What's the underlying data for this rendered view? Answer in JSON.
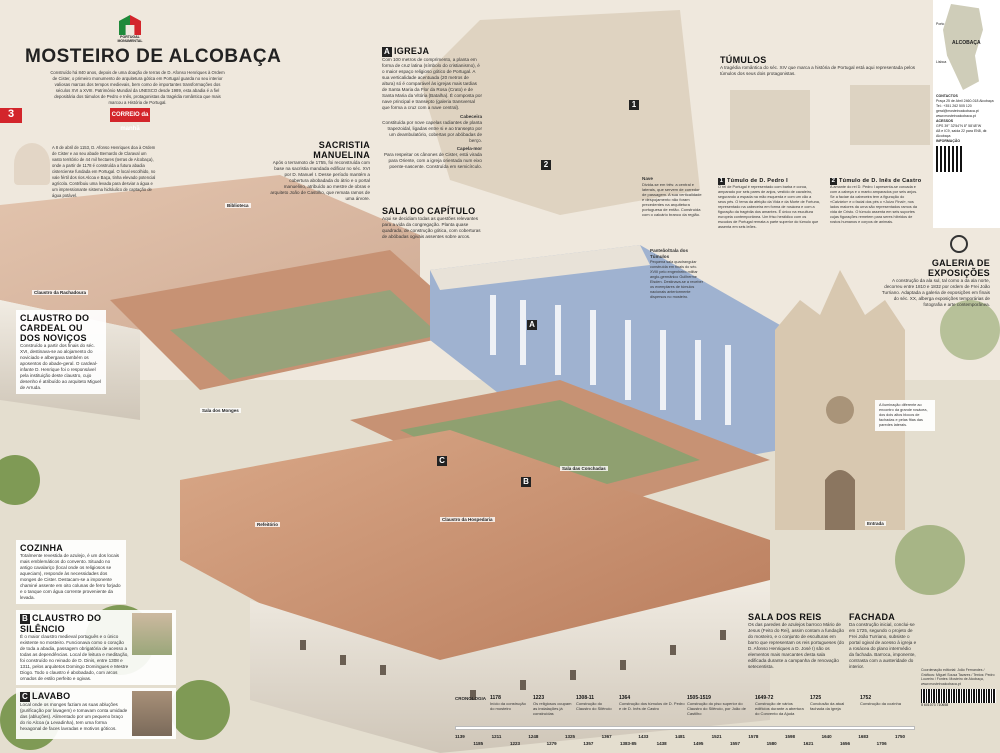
{
  "header": {
    "logo_text": "PORTUGAL MONUMENTAL",
    "title": "MOSTEIRO DE ALCOBAÇA",
    "intro": "Construído há 840 anos, depois de uma doação de terras de D. Afonso Henriques à Ordem de Cister, o primeiro monumento de arquitetura gótica em Portugal guarda no seu interior valiosas marcas dos tempos medievais, bem como de importantes transformações dos séculos XVI a XVIII. Património Mundial da UNESCO desde 1989, esta abadia é a fiel depositária dos túmulos de Pedro e Inês, protagonistas da tragédia romântica que mais marcou a História de Portugal.",
    "issue_number": "3",
    "publisher": "CORREIO da manhã"
  },
  "history": {
    "text": "A 8 de abril de 1153, D. Afonso Henriques doa à Ordem de Cister e ao seu abade Bernardo de Claraval um vasto território de 44 mil hectares (terras de Alcobaça), onde a partir de 1178 é construída a futura abadia cisterciense fundada em Portugal. O local escolhido, no vale fértil dos rios Alcoa e Baça, tinha elevado potencial agrícola. Contribuiu uma levada para desviar a água e um impressionante sistema hidráulico de captação de água potável."
  },
  "sections": {
    "sacristia": {
      "title": "SACRISTIA MANUELINA",
      "text": "Após o terramoto de 1755, foi reconstruída com base na sacristia mandada edificar no séc. XVI por D. Manuel I. Desse período mantém a cobertura abobadada do átrio e o portal manuelino, atribuído ao mestre de obras e arquiteto João de Castilho, que remata ramos de uma árvore."
    },
    "igreja": {
      "marker": "A",
      "title": "IGREJA",
      "text": "Com 100 metros de comprimento, a planta em forma de cruz latina (símbolo do cristianismo), é o maior espaço religioso gótico de Portugal. A sua verticalidade acentuada (20 metros de altura) só é comparável às igrejas mais tardias de Santa Maria da Flor da Rosa (Crato) e de Santa Maria da Vitória (Batalha). É composta por nave principal e transepto (galeria transversal que forma a cruz com a nave central).",
      "cabeceira_title": "Cabeceira",
      "cabeceira_text": "Constituída por nove capelas radiantes de planta trapezoidal, ligadas entre si e ao transepto por um deambulatório, cobertas por abóbadas de berço.",
      "capela_title": "Capela-mor",
      "capela_text": "Para respeitar os cânones de Cister, está virada para Oriente, com a igreja orientada num eixo poente-nascente. Construída em semicírculo.",
      "nave_title": "Nave",
      "nave_text": "Divida-se em três: a central e laterais, que servem de corredor de passagem. A sua verticalidade e despojamento não foram precedentes na arquitetura portuguesa de então. Construída com o calcário branco da região."
    },
    "capitulo": {
      "title": "SALA DO CAPÍTULO",
      "text": "Aqui se decidiam todas as questões relevantes para a vida da congregação. Planta quase quadrada, de construção gótica, com coberturas de abóbadas ogivais assentes sobre arcos."
    },
    "tumulos": {
      "title": "TÚMULOS",
      "text": "A tragédia romântica do séc. XIV que marca a história de Portugal está aqui representada pelos túmulos dos seus dois protagonistas.",
      "pedro_marker": "1",
      "pedro_title": "Túmulo de D. Pedro I",
      "pedro_text": "O rei de Portugal é representado com barba e coroa, amparado por seis pares de anjos, vestido de cavaleiro, segurando a espada na mão esquerda e com um cão a seus pés. O tema da afeição da Vida e da Morte de Fortuna, representado na cabeceira em forma de rosácea e com a figuração da tragédia dos amantes. É único na escultura europeia contemporânea. Um friso heráldico com os escudos de Portugal remata a parte superior do túmulo que assenta em seis leões.",
      "ines_marker": "2",
      "ines_title": "Túmulo de D. Inês de Castro",
      "ines_text": "A amante do rei D. Pedro I apresenta-se coroada e com a cabeça e o manto amparados por seis anjos. Se a faciae da cabeceira tem a figuração do «Calvário» e o facial dos pés o «Juízo Final», nos lados maiores da urna são representados ramos da vida de Cristo. O túmulo assenta em seis suportes cujas figurações remetem para seres híbridos de rostos humanos e corpos de animais."
    },
    "panteao": {
      "title": "Panteão/Sala dos Túmulos",
      "text": "Pequena sala quadrangular construída em finais do séc. XVIII pelo engenheiro militar anglo-germânico Guilherme Elsden. Destinava-se a receber os exemplares de túmulos nacionais anteriormente dispersos no mosteiro."
    },
    "galeria": {
      "title": "GALERIA DE EXPOSIÇÕES",
      "text": "A construção da ala sul, tal como a da ala norte, decorreu entre 1810 e 1832 por ordem de Frei João Turriano. Adaptada a galeria de exposições em finais do séc. XX, alberga exposições temporárias de fotografia e arte contemporânea."
    },
    "fachada_note": {
      "text": "A iluminação diferente ao encontro da grande rosácea, dos dois altos blocos de fachadas e pelas fitas das paredes laterais."
    },
    "cardeal": {
      "title": "CLAUSTRO DO CARDEAL OU DOS NOVIÇOS",
      "text": "Construído a partir dos finais do séc. XVI, destinava-se ao alojamento do noviciado e albergava também os aposentos do abade-geral. O cardeal-infante D. Henrique foi o responsável pela instituição deste claustro, cujo desenho é atribuído ao arquiteto Miguel de Arruda."
    },
    "cozinha": {
      "title": "COZINHA",
      "text": "Totalmente revestida de azulejo, é um dos locais mais emblemáticos do convento. Situado no antigo cavalariço (local onde os religiosos se aqueciam), responde às necessidades dos monges de Cister. Destacam-se a imponente chaminé assente em oito colunas de ferro forjado e o tanque com água corrente proveniente da levada."
    },
    "silencio": {
      "marker": "B",
      "title": "CLAUSTRO DO SILÊNCIO",
      "text": "É o maior claustro medieval português e o único existente no mosteiro. Funcionava como o coração de toda a abadia, passagem obrigatória de acesso a todas as dependências. Local de leitura e meditação, foi construído no reinado de D. Dinis, entre 1308 e 1311, pelos arquitetos Domingo Domingues e Mestre Diogo. Todo o claustro é abobadado, com arcos ornados de estilo perfeito e ogivas."
    },
    "lavabo": {
      "marker": "C",
      "title": "LAVABO",
      "text": "Local onde os monges faziam as suas abluções (purificação por lavagem) e tomavam conta umidade das (abluções). Alimentado por um pequeno braço do rio Alcoa (a Levadinha), tem uma forma hexagonal de faces lavradas e motivos góticos."
    },
    "reis": {
      "title": "SALA DOS REIS",
      "text": "Os das paredes de azulejos barroco Mário de Jesus (Feito do Rei), assim contam a fundação do mosteiro, e o conjunto de esculturas em barro que representam os reis portugueses (do D. Afonso Henriques a D. José I) são os elementos mais marcantes desta sala edificada durante a campanha de renovação setecentista."
    },
    "fachada": {
      "title": "FACHADA",
      "text": "Da construção inicial, conclui-se em 1725, segundo o projeto de Frei João Turriano, subsiste o portal ogival de acesso à igreja e a rosácea do plano intermédio da fachada. Barroca, imponente, contrasta com a austeridade do interior."
    }
  },
  "illustration_labels": [
    "Biblioteca",
    "Claustro da Rachadoura",
    "Sala dos Monges",
    "Sala das Conchadas",
    "Refeitório",
    "Claustro da Hospedaria",
    "Entrada"
  ],
  "markers": {
    "a": "A",
    "b": "B",
    "c": "C",
    "one": "1",
    "two": "2"
  },
  "sidebar": {
    "map_label": "ALCOBAÇA",
    "cities": [
      "Porto",
      "Lisboa"
    ],
    "contacts_title": "CONTACTOS",
    "address": "Praça 25 de Abril 2460-018 Alcobaça",
    "phone": "Tel.: +351 262 505 120",
    "email": "geral@mosteiroalcobaca.pt",
    "web": "www.mosteiroalcobaca.pt",
    "access_title": "ACESSOS",
    "gps": "GPS 39° 32'54\"N 8° 58'48\"W",
    "roads": "A8 e IC9, saída 22 para EN8, dir. Alcobaça",
    "info_title": "INFORMAÇÃO"
  },
  "timeline": {
    "label": "CRONOLOGIA",
    "events": [
      {
        "year": "1178",
        "text": "Início da construção do mosteiro"
      },
      {
        "year": "1223",
        "text": "Os religiosos ocupam as instalações já construídas"
      },
      {
        "year": "1308-11",
        "text": "Construção do Claustro do Silêncio"
      },
      {
        "year": "1364",
        "text": "Construção dos túmulos de D. Pedro e de D. Inês de Castro"
      },
      {
        "year": "1505-1519",
        "text": "Construção do piso superior do Claustro do Silêncio, por João de Castilho"
      },
      {
        "year": "1649-72",
        "text": "Construção de vários edifícios durante a abertura do Convento da Ajuda"
      },
      {
        "year": "1725",
        "text": "Conclusão da atual fachada da igreja"
      },
      {
        "year": "1752",
        "text": "Construção da cozinha"
      }
    ],
    "reigns": [
      "1139",
      "1185",
      "1211",
      "1223",
      "1248",
      "1279",
      "1325",
      "1357",
      "1367",
      "1383-85",
      "1433",
      "1438",
      "1481",
      "1495",
      "1521",
      "1557",
      "1578",
      "1580",
      "1598",
      "1621",
      "1640",
      "1656",
      "1683",
      "1706",
      "1750"
    ]
  },
  "credits": {
    "text": "Coordenação editorial: João Fernandes / Gráficos: Miguel Sousa Tavares / Textos: Pedro Loureiro / Fontes: Mosteiro de Alcobaça, www.mosteiroalcobaca.pt",
    "barcode": "5 601073 710658"
  }
}
